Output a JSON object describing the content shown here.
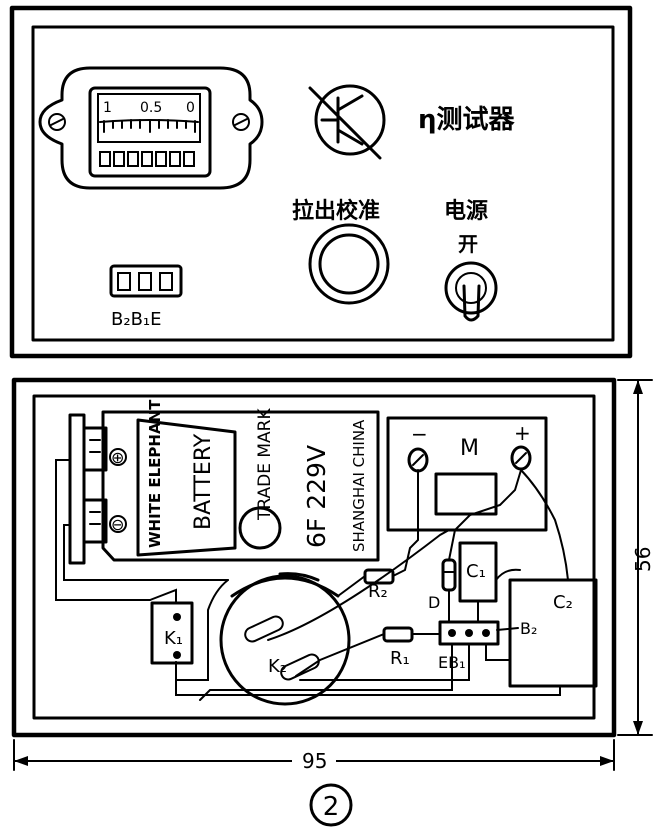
{
  "figure_number": "②",
  "front_panel": {
    "title": "η测试器",
    "meter_scale": [
      "1",
      "0.5",
      "0"
    ],
    "calibrate_label": "拉出校准",
    "power_label": "电源",
    "power_on_label": "开",
    "socket_labels": "B₂B₁E"
  },
  "internal_view": {
    "battery": {
      "brand": "WHITE ELEPHANT",
      "name": "BATTERY",
      "trade_mark": "TRADE MARK",
      "model": "6F 229V",
      "origin": "SHANGHAI CHINA",
      "positive": "⊕",
      "negative": "⊖"
    },
    "meter": {
      "label": "M",
      "minus": "−",
      "plus": "+"
    },
    "components": {
      "c1": "C₁",
      "c2": "C₂",
      "r1": "R₁",
      "r2": "R₂",
      "diode": "D",
      "k1": "K₁",
      "k2": "K₂",
      "eb1": "EB₁",
      "b2": "B₂"
    },
    "dimensions": {
      "width": "95",
      "height": "56"
    }
  }
}
